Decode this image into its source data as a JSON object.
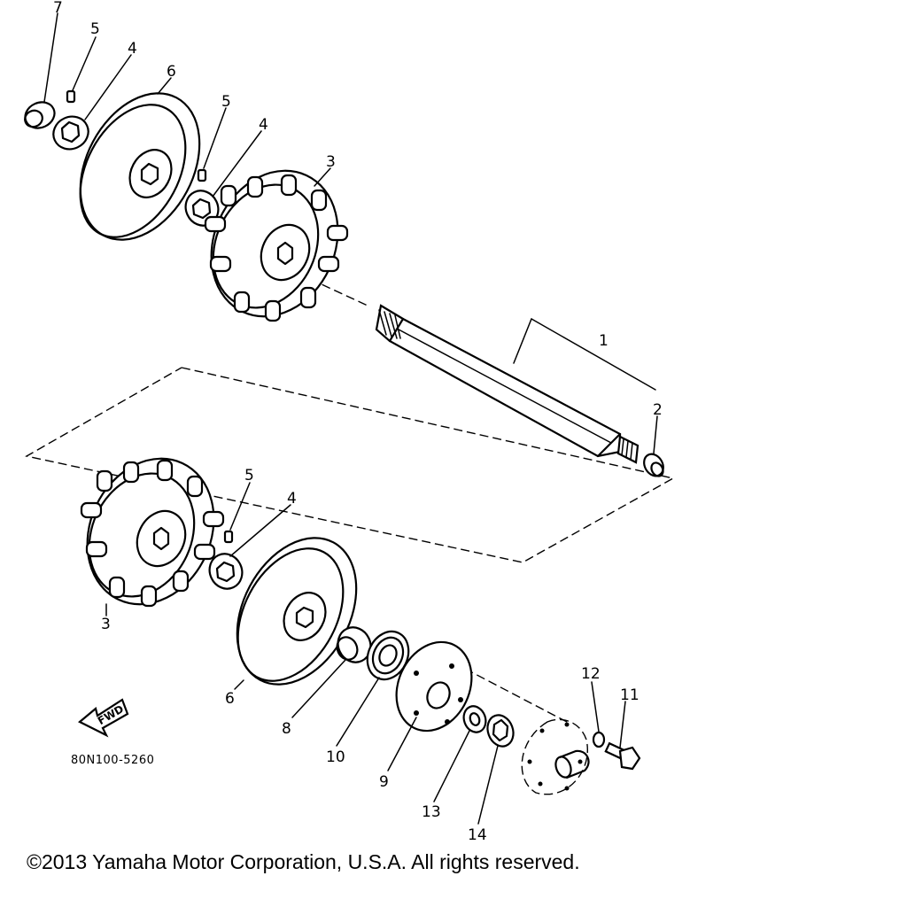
{
  "callouts": {
    "c1": "1",
    "c2": "2",
    "c3a": "3",
    "c3b": "3",
    "c4a": "4",
    "c4b": "4",
    "c4c": "4",
    "c5a": "5",
    "c5b": "5",
    "c5c": "5",
    "c6a": "6",
    "c6b": "6",
    "c7": "7",
    "c8": "8",
    "c9": "9",
    "c10": "10",
    "c11": "11",
    "c12": "12",
    "c13": "13",
    "c14": "14"
  },
  "fwd_label": "FWD",
  "diagram_code": "80N100-5260",
  "copyright": "©2013 Yamaha Motor Corporation, U.S.A. All rights reserved."
}
